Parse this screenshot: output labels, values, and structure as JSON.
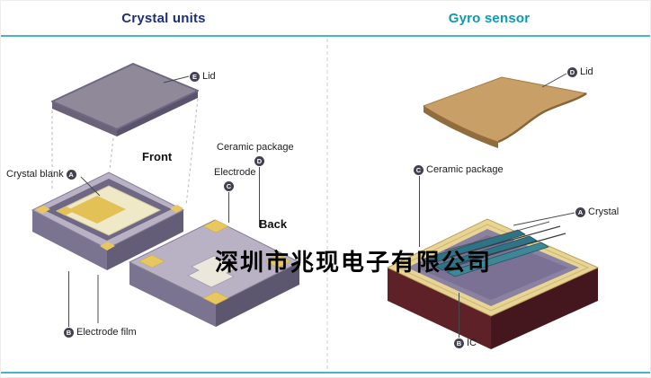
{
  "panels": {
    "crystal_units": {
      "title": "Crystal units",
      "labels": {
        "lid": {
          "badge": "E",
          "text": "Lid"
        },
        "front": "Front",
        "crystal_blank": {
          "badge": "A",
          "text": "Crystal blank"
        },
        "ceramic_package": {
          "badge": "D",
          "text": "Ceramic package"
        },
        "electrode": {
          "badge": "C",
          "text": "Electrode"
        },
        "back": "Back",
        "electrode_film": {
          "badge": "B",
          "text": "Electrode film"
        }
      }
    },
    "gyro_sensor": {
      "title": "Gyro sensor",
      "labels": {
        "lid": {
          "badge": "D",
          "text": "Lid"
        },
        "ceramic_package": {
          "badge": "C",
          "text": "Ceramic package"
        },
        "crystal": {
          "badge": "A",
          "text": "Crystal"
        },
        "ic": {
          "badge": "B",
          "text": "IC"
        }
      }
    }
  },
  "watermark": "深圳市兆现电子有限公司",
  "colors": {
    "crystal_units_title": "#1d2f7c",
    "gyro_sensor_title": "#0a9cb4",
    "rule": "#45b6c8",
    "badge_bg": "#43414f"
  }
}
